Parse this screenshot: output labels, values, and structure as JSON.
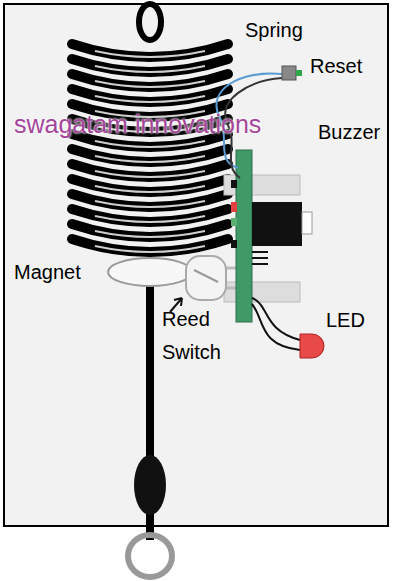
{
  "diagram": {
    "labels": [
      "Spring",
      "Reset",
      "swagatam innovations",
      "Buzzer",
      "Magnet",
      "Reed Switch",
      "LED"
    ]
  }
}
